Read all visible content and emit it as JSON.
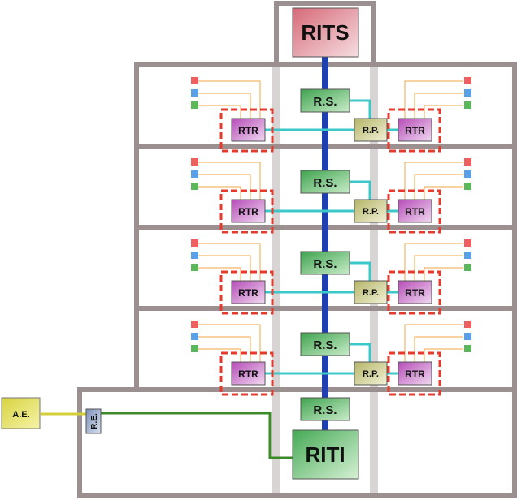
{
  "labels": {
    "rits": "RITS",
    "riti": "RITI",
    "rs": "R.S.",
    "rtr": "RTR",
    "rp": "R.P.",
    "ae": "A.E.",
    "re": "R.E."
  },
  "floors": 4,
  "colors": {
    "wall": "#9b8f8f",
    "riser": "#1f3fb0",
    "horizontal_cable": "#3cc8c8",
    "outlet_cable": "#f0a640",
    "rtr_zone_border": "#e43b2c",
    "ae_link": "#d2cf3a",
    "riti_link": "#3a8a2a",
    "outlet_red": "#ee6060",
    "outlet_blue": "#5aa0e6",
    "outlet_green": "#5ab85a"
  }
}
